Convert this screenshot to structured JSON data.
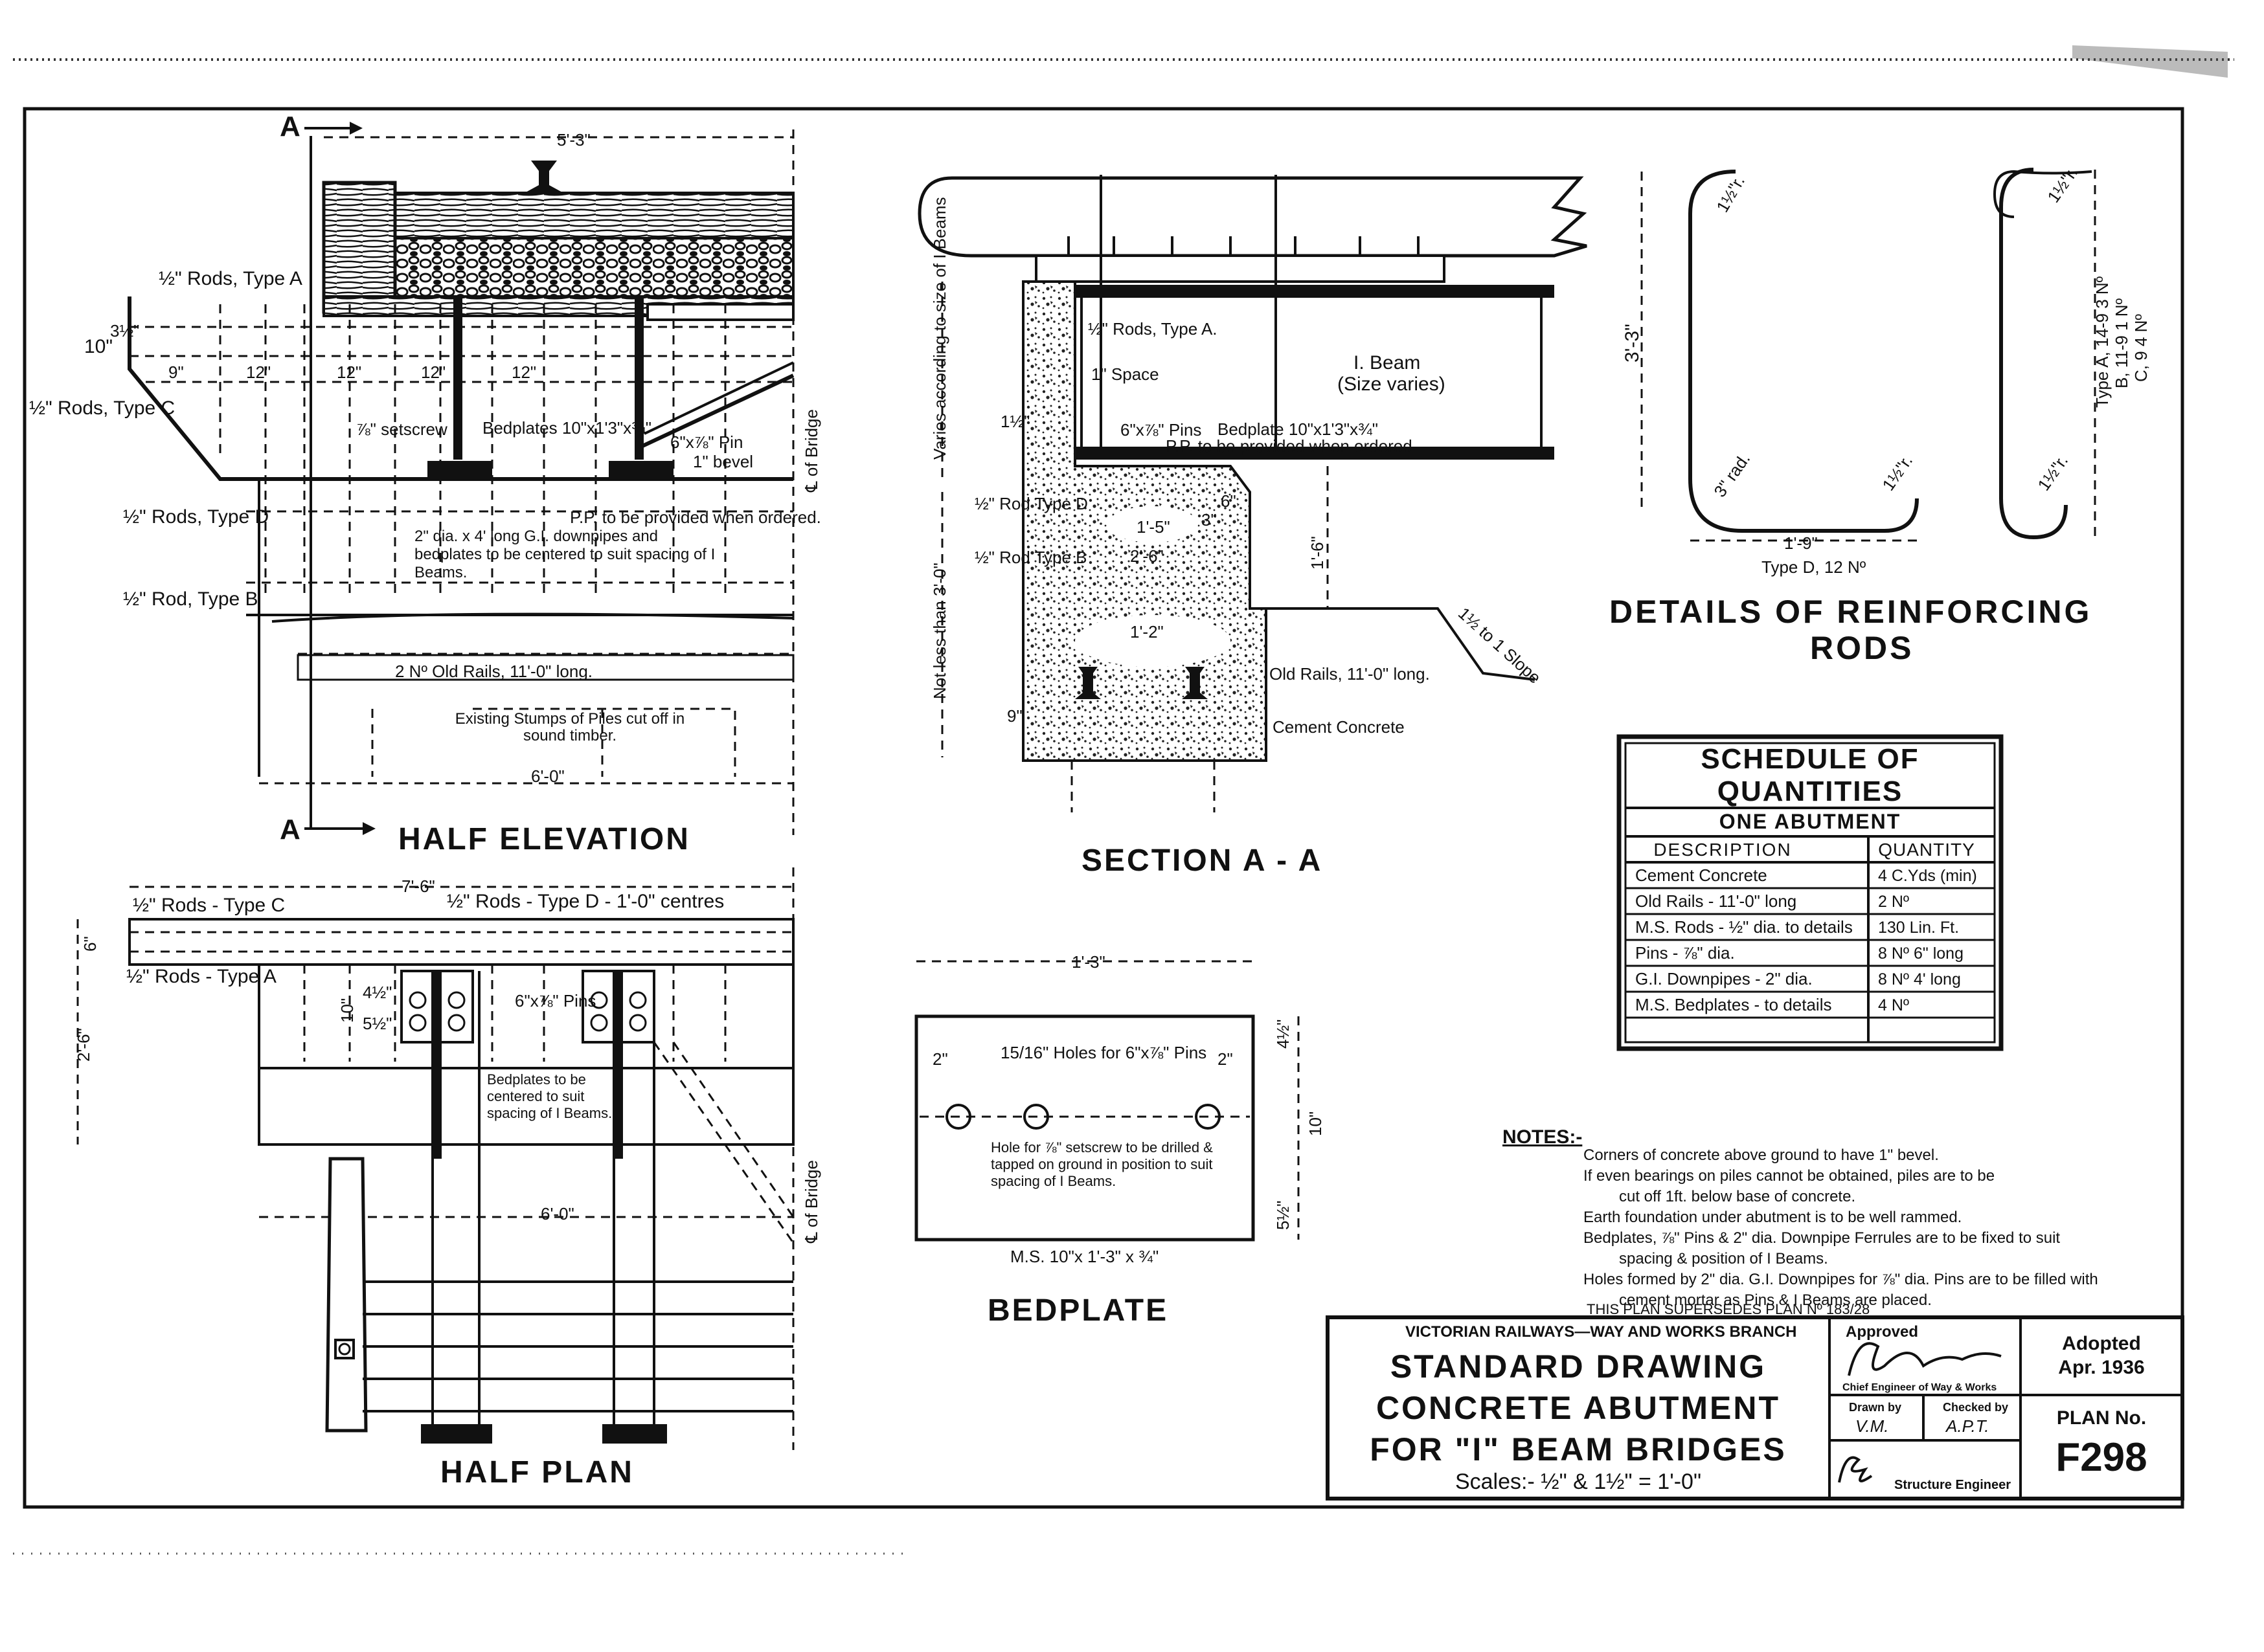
{
  "half_elevation": {
    "title": "HALF ELEVATION",
    "section_mark": "A",
    "labels": {
      "span": "5'-3\"",
      "rods_a": "½\" Rods, Type A",
      "rods_c": "½\" Rods, Type C",
      "rods_d": "½\" Rods, Type D",
      "rod_b": "½\" Rod, Type B",
      "height_10": "10\"",
      "gap_3": "3½\"",
      "spacing_9": "9\"",
      "spacing_12": "12\"",
      "setscrew": "⅞\" setscrew",
      "bedplates": "Bedplates 10\"x1'3\"x¾\"",
      "pin": "6\"x⅞\" Pin",
      "bevel": "1\" bevel",
      "pp": "P.P. to be provided when ordered.",
      "downpipes": "2\" dia. x 4' long G.I. downpipes and bedplates to be centered to suit spacing of I Beams.",
      "old_rails": "2 Nº Old Rails, 11'-0\" long.",
      "stumps": "Existing Stumps of Piles cut off in sound timber.",
      "width": "6'-0\"",
      "centre": "℄ of Bridge"
    }
  },
  "half_plan": {
    "title": "HALF PLAN",
    "labels": {
      "length": "7'-6\"",
      "rods_c": "½\" Rods - Type C",
      "rods_d": "½\" Rods - Type D - 1'-0\" centres",
      "rods_a": "½\" Rods - Type A",
      "depth": "2'-6\"",
      "dim_6": "6\"",
      "dim_10": "10\"",
      "dim_4": "4½\"",
      "dim_5": "5½\"",
      "pins": "6\"x⅞\" Pins",
      "bedplates": "Bedplates to be centered to suit spacing of I Beams.",
      "width": "6'-0\"",
      "centre": "℄ of Bridge"
    }
  },
  "section_aa": {
    "title": "SECTION A - A",
    "labels": {
      "rods_a": "½\" Rods, Type A.",
      "space": "1\" Space",
      "ibeam": "I. Beam",
      "size_varies": "(Size varies)",
      "pins": "6\"x⅞\" Pins",
      "bedplate": "Bedplate 10\"x1'3\"x¾\"",
      "pp": "P.P. to be provided when ordered",
      "varies": "Varies according to size of I Beams",
      "dim_6": "6\"",
      "dim_1_2": "1½\"",
      "rod_d": "½\" Rod Type D",
      "rod_b": "½\" Rod Type B",
      "dim_1_5": "1'-5\"",
      "dim_3": "3\"",
      "dim_2_6": "2'-6\"",
      "dim_1_6": "1'-6\"",
      "dim_1_2b": "1'-2\"",
      "not_less": "Not less than 3'-0\"",
      "dim_9": "9\"",
      "old_rails": "Old Rails, 11'-0\" long.",
      "cement": "Cement Concrete",
      "slope": "1½ to 1 Slope"
    }
  },
  "bedplate": {
    "title": "BEDPLATE",
    "labels": {
      "length": "1'-3\"",
      "dim_2a": "2\"",
      "dim_2b": "2\"",
      "holes": "15/16\" Holes for 6\"x⅞\" Pins",
      "hole": "Hole for ⅞\" setscrew to be drilled & tapped on ground in position to suit spacing of I Beams.",
      "dim_4": "4½\"",
      "dim_5": "5½\"",
      "dim_10": "10\"",
      "ms": "M.S. 10\"x 1'-3\" x ¾\""
    }
  },
  "reinforcing": {
    "title": "DETAILS OF REINFORCING",
    "title2": "RODS",
    "labels": {
      "rad_top": "1½\"r.",
      "height": "3'-3\"",
      "rad_3": "3\" rad.",
      "rad_bot": "1½\"r.",
      "width": "1'-9\"",
      "type_d": "Type D, 12 Nº",
      "type_a": "Type A, 14-9 3 Nº",
      "type_b": "B, 11-9 1 Nº",
      "type_c": "C, 9 4 Nº",
      "rad_r1": "1½\"r.",
      "rad_r2": "1½\"r."
    }
  },
  "schedule": {
    "title": "SCHEDULE OF QUANTITIES",
    "subtitle": "ONE ABUTMENT",
    "col_description": "DESCRIPTION",
    "col_quantity": "QUANTITY",
    "rows": [
      {
        "description": "Cement Concrete",
        "quantity": "4 C.Yds (min)"
      },
      {
        "description": "Old Rails - 11'-0\" long",
        "quantity": "2 Nº"
      },
      {
        "description": "M.S. Rods - ½\" dia. to details",
        "quantity": "130 Lin. Ft."
      },
      {
        "description": "Pins - ⅞\" dia.",
        "quantity": "8 Nº 6\" long"
      },
      {
        "description": "G.I. Downpipes - 2\" dia.",
        "quantity": "8 Nº 4' long"
      },
      {
        "description": "M.S. Bedplates - to details",
        "quantity": "4 Nº"
      }
    ]
  },
  "notes": {
    "heading": "NOTES:-",
    "lines": [
      "Corners of concrete above ground to have 1\" bevel.",
      "If even bearings on piles cannot be obtained, piles are to be",
      "cut off 1ft. below base of concrete.",
      "Earth foundation under abutment is to be well rammed.",
      "Bedplates, ⅞\" Pins & 2\" dia. Downpipe Ferrules are to be fixed to suit",
      "spacing & position of I Beams.",
      "Holes formed by 2\" dia. G.I. Downpipes for ⅞\" dia. Pins are to be filled with",
      "cement mortar as Pins & I Beams are placed."
    ],
    "supersedes": "THIS PLAN SUPERSEDES PLAN Nº 183/28"
  },
  "title_block": {
    "branch": "VICTORIAN RAILWAYS—WAY AND WORKS BRANCH",
    "line1": "STANDARD DRAWING",
    "line2": "CONCRETE ABUTMENT",
    "line3": "FOR \"I\" BEAM BRIDGES",
    "scales": "Scales:- ½\" & 1½\" = 1'-0\"",
    "approved": "Approved",
    "chief": "Chief Engineer of Way & Works",
    "drawn_by_label": "Drawn by",
    "drawn_by": "V.M.",
    "checked_by_label": "Checked by",
    "checked_by": "A.P.T.",
    "structure": "Structure Engineer",
    "adopted_label": "Adopted",
    "adopted": "Apr. 1936",
    "plan_label": "PLAN No.",
    "plan_no": "F298"
  }
}
